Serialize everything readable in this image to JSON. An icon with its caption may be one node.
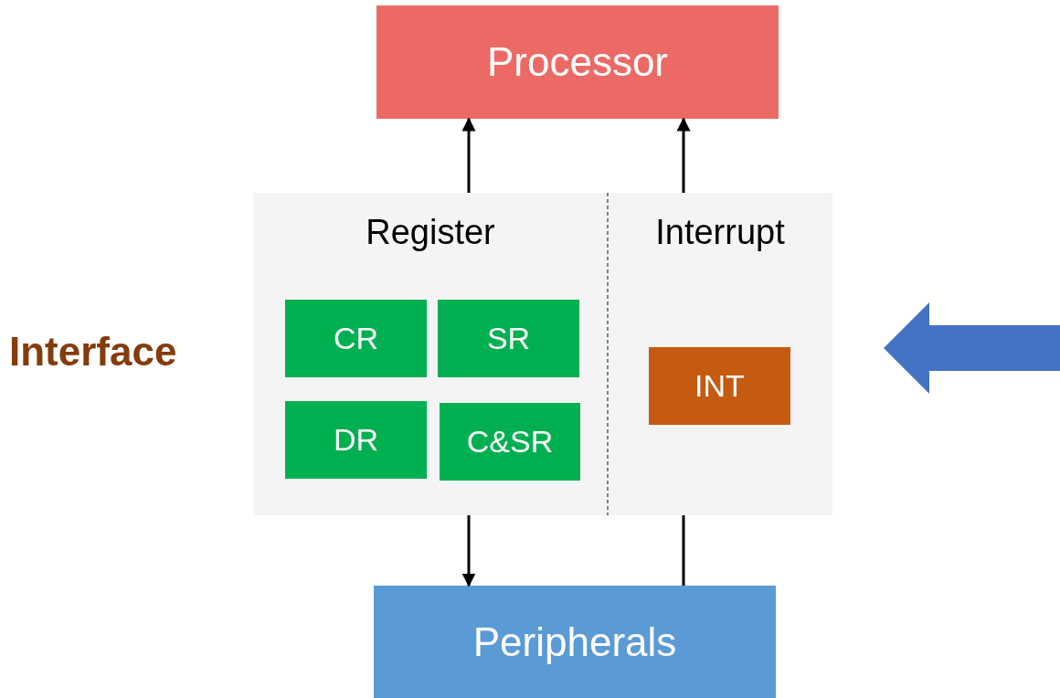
{
  "diagram": {
    "nodes": [
      {
        "text": [
          "Processor"
        ]
      },
      {
        "text": [
          "Register"
        ]
      },
      {
        "text": [
          "Interrupt"
        ]
      },
      {
        "text": [
          "CR"
        ],
        "in": 1
      },
      {
        "text": [
          "SR"
        ],
        "in": 1
      },
      {
        "text": [
          "DR"
        ],
        "in": 1
      },
      {
        "text": [
          "C&SR"
        ],
        "in": 1
      },
      {
        "text": [
          "INT"
        ],
        "in": 2
      },
      {
        "text": [
          "Peripherals"
        ]
      }
    ],
    "edges": [
      {
        "from": 1,
        "to": 0,
        "arrow": "to"
      },
      {
        "from": 2,
        "to": 0,
        "arrow": "to"
      },
      {
        "from": 1,
        "to": 8,
        "arrow": "to"
      },
      {
        "from": 8,
        "to": 2,
        "arrow": "none"
      }
    ],
    "labels": [
      "Interface"
    ]
  }
}
